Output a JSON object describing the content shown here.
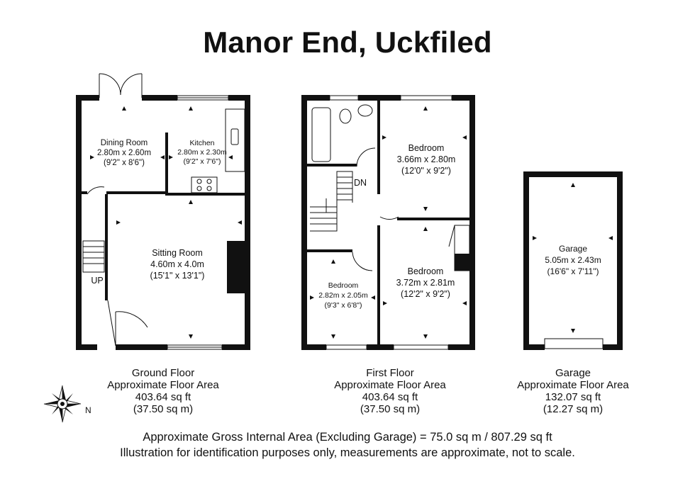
{
  "title": "Manor End, Uckfiled",
  "ground_floor": {
    "rooms": {
      "dining": {
        "name": "Dining Room",
        "metric": "2.80m x 2.60m",
        "imperial": "(9'2\" x 8'6\")"
      },
      "kitchen": {
        "name": "Kitchen",
        "metric": "2.80m x 2.30m",
        "imperial": "(9'2\" x 7'6\")"
      },
      "sitting": {
        "name": "Sitting Room",
        "metric": "4.60m x 4.0m",
        "imperial": "(15'1\" x 13'1\")"
      }
    },
    "stairs_label": "UP",
    "label": "Ground Floor",
    "area_label": "Approximate Floor Area",
    "area_sqft": "403.64 sq ft",
    "area_sqm": "(37.50 sq m)"
  },
  "first_floor": {
    "rooms": {
      "bedroom1": {
        "name": "Bedroom",
        "metric": "3.66m x 2.80m",
        "imperial": "(12'0\" x 9'2\")"
      },
      "bedroom2": {
        "name": "Bedroom",
        "metric": "3.72m x 2.81m",
        "imperial": "(12'2\" x 9'2\")"
      },
      "bedroom3": {
        "name": "Bedroom",
        "metric": "2.82m x 2.05m",
        "imperial": "(9'3\" x 6'8\")"
      }
    },
    "stairs_label": "DN",
    "label": "First Floor",
    "area_label": "Approximate Floor Area",
    "area_sqft": "403.64 sq ft",
    "area_sqm": "(37.50 sq m)"
  },
  "garage": {
    "rooms": {
      "garage": {
        "name": "Garage",
        "metric": "5.05m x 2.43m",
        "imperial": "(16'6\" x 7'11\")"
      }
    },
    "label": "Garage",
    "area_label": "Approximate Floor Area",
    "area_sqft": "132.07 sq ft",
    "area_sqm": "(12.27 sq m)"
  },
  "compass_label": "N",
  "footer": {
    "line1": "Approximate Gross Internal Area (Excluding Garage) = 75.0 sq m / 807.29 sq ft",
    "line2": "Illustration for identification purposes only, measurements are approximate, not to scale."
  }
}
